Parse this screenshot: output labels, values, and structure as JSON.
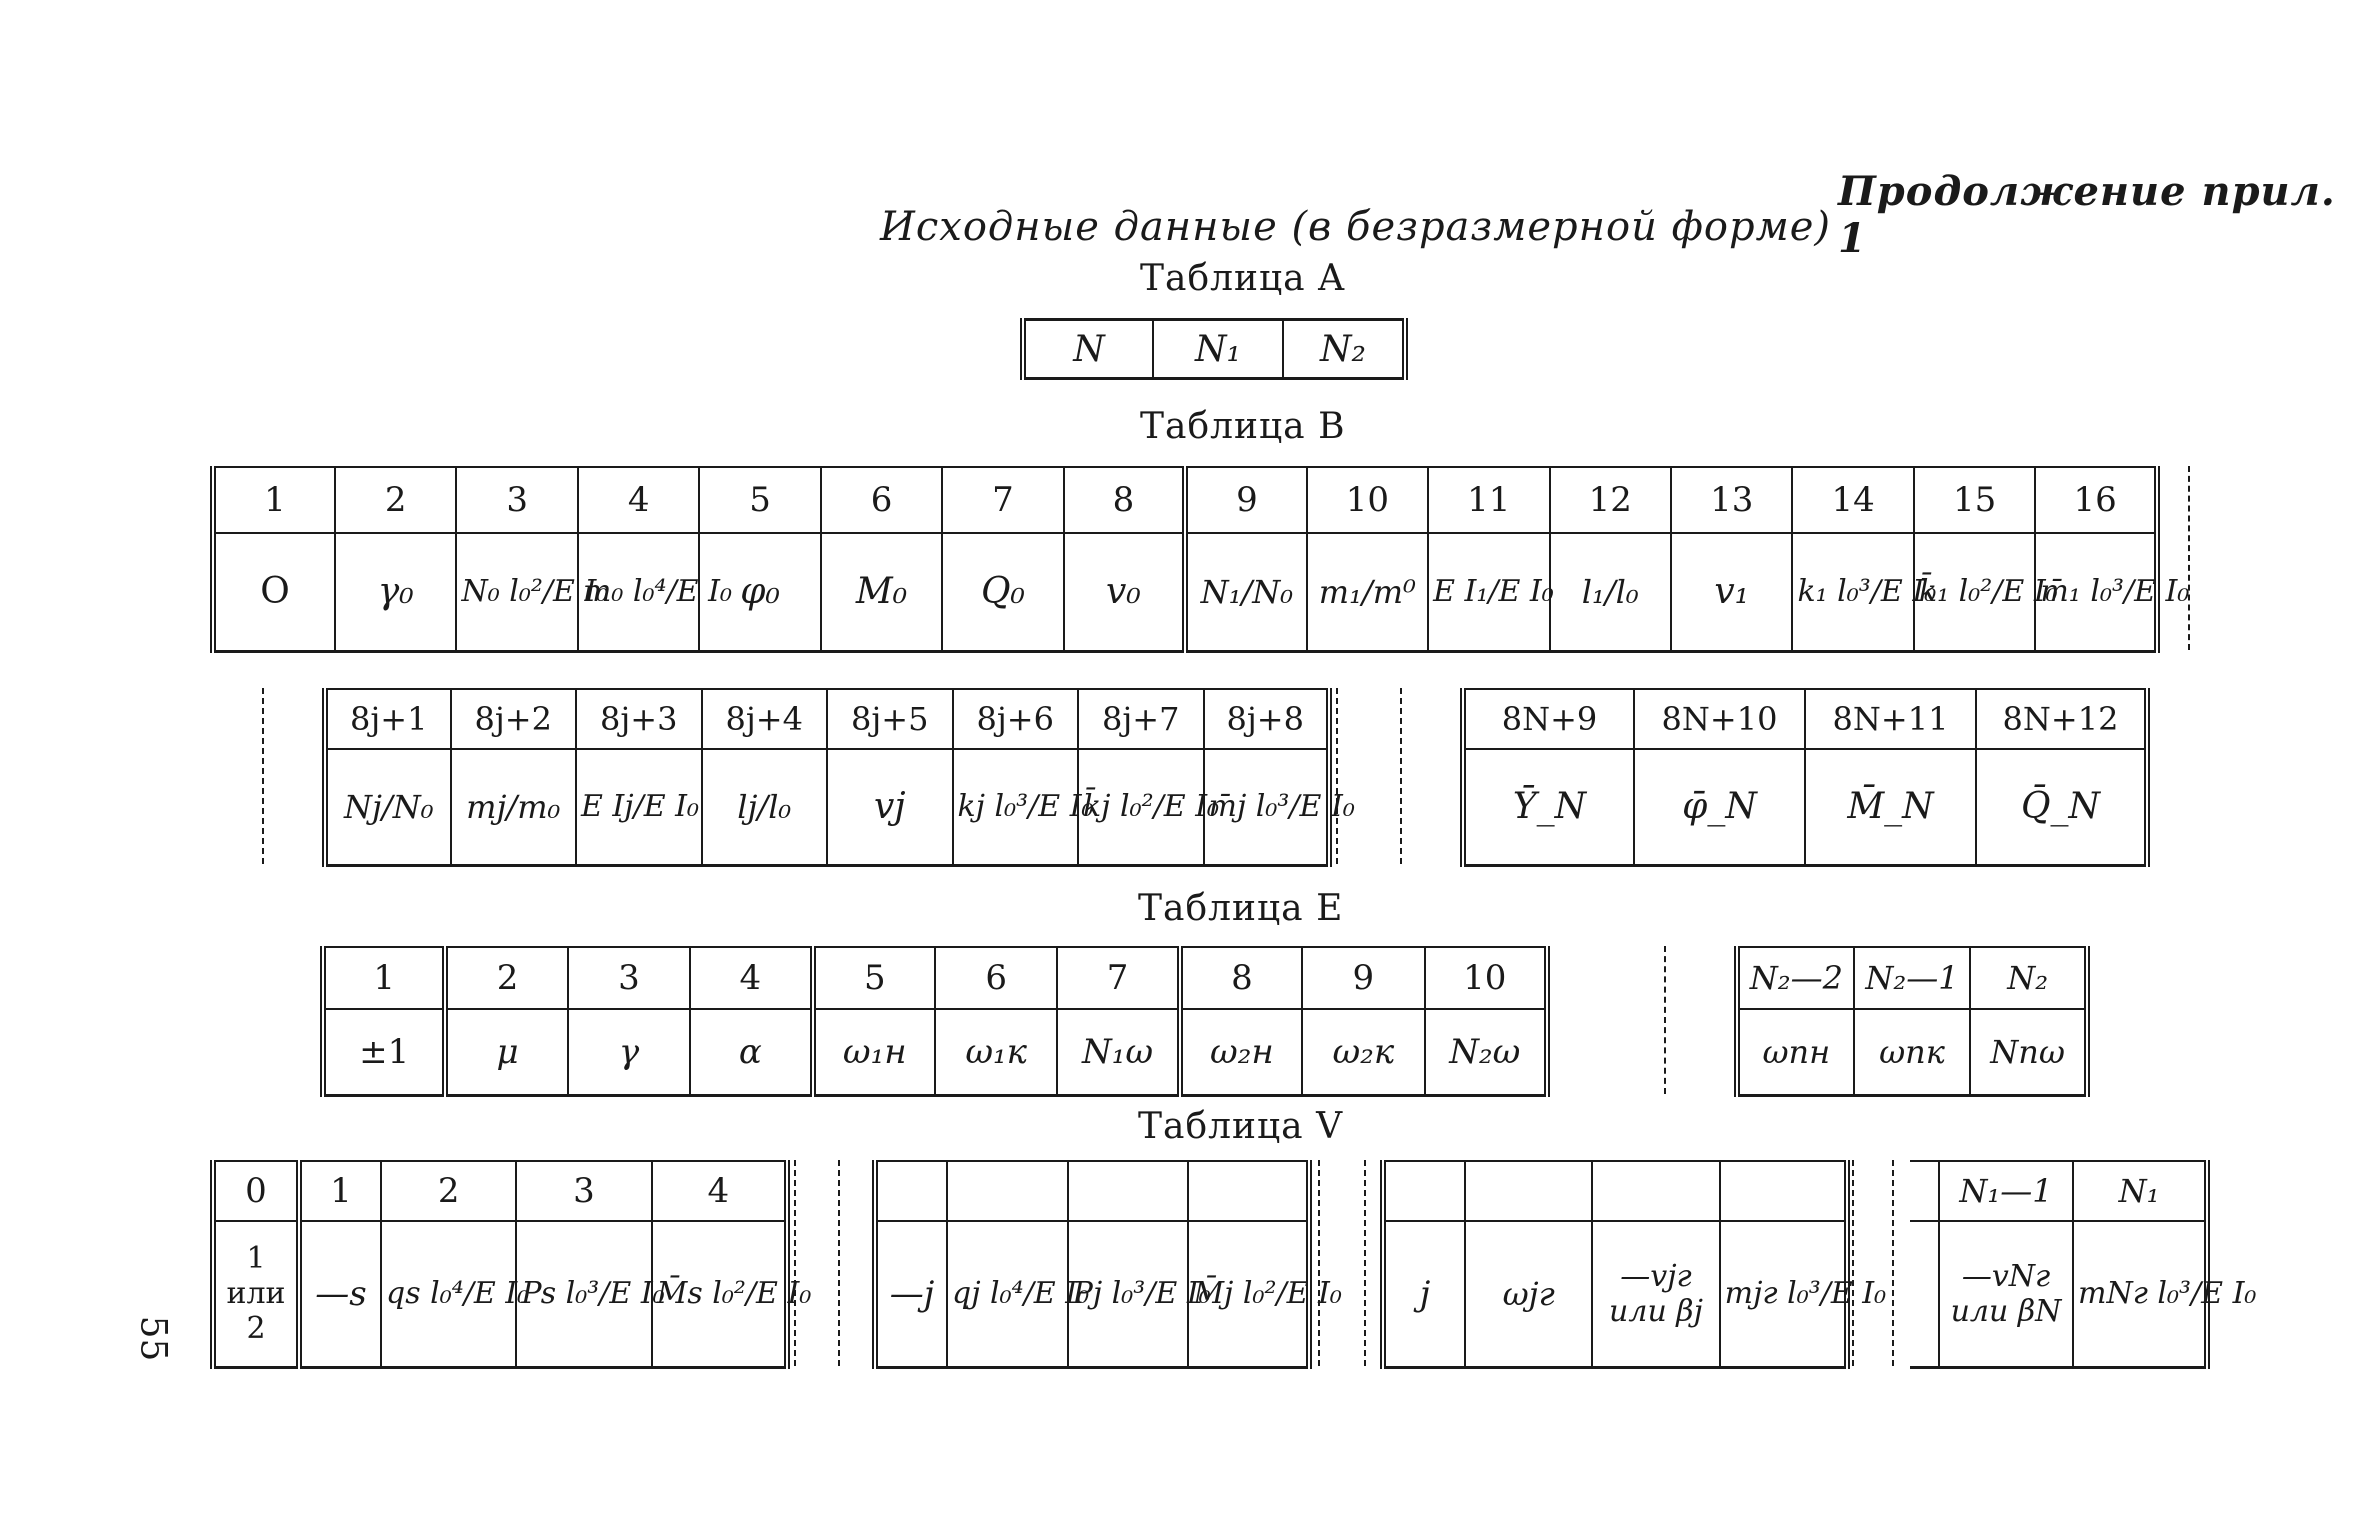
{
  "header": {
    "continuation": "Продолжение прил. 1",
    "title": "Исходные данные (в безразмерной форме)"
  },
  "page_number": "55",
  "tables": {
    "A": {
      "label": "Таблица A",
      "cells": [
        "N",
        "N₁",
        "N₂"
      ]
    },
    "B": {
      "label": "Таблица B",
      "row1": {
        "top": [
          "1",
          "2",
          "3",
          "4",
          "5",
          "6",
          "7",
          "8",
          "9",
          "10",
          "11",
          "12",
          "13",
          "14",
          "15",
          "16"
        ],
        "bottom": [
          "O",
          "γ₀",
          "N₀ l₀²/E I₀",
          "m₀ l₀⁴/E I₀",
          "φ₀",
          "M₀",
          "Q₀",
          "v₀",
          "N₁/N₀",
          "m₁/m⁰",
          "E I₁/E I₀",
          "l₁/l₀",
          "v₁",
          "k₁ l₀³/E I₀",
          "k̄₁ l₀²/E I₀",
          "m̄₁ l₀³/E I₀"
        ]
      },
      "row2": {
        "top": [
          "8j+1",
          "8j+2",
          "8j+3",
          "8j+4",
          "8j+5",
          "8j+6",
          "8j+7",
          "8j+8"
        ],
        "bottom": [
          "Nj/N₀",
          "mj/m₀",
          "E Ij/E I₀",
          "lj/l₀",
          "vj",
          "kj l₀³/E I₀",
          "k̄j l₀²/E I₀",
          "m̄j l₀³/E I₀"
        ]
      },
      "row3": {
        "top": [
          "8N+9",
          "8N+10",
          "8N+11",
          "8N+12"
        ],
        "bottom": [
          "Ȳ_N",
          "φ̄_N",
          "M̄_N",
          "Q̄_N"
        ]
      }
    },
    "E": {
      "label": "Таблица E",
      "left": {
        "top": [
          "1",
          "2",
          "3",
          "4",
          "5",
          "6",
          "7",
          "8",
          "9",
          "10"
        ],
        "bottom": [
          "±1",
          "μ",
          "γ",
          "α",
          "ω₁н",
          "ω₁к",
          "N₁ω",
          "ω₂н",
          "ω₂к",
          "N₂ω"
        ]
      },
      "right": {
        "top": [
          "N₂—2",
          "N₂—1",
          "N₂"
        ],
        "bottom": [
          "ωпн",
          "ωпк",
          "Nпω"
        ]
      }
    },
    "V": {
      "label": "Таблица V",
      "block1": {
        "top": [
          "0",
          "1",
          "2",
          "3",
          "4"
        ],
        "bottom": [
          "1 или 2",
          "—s",
          "qs l₀⁴/E I₀",
          "Ps l₀³/E I₀",
          "M̄s l₀²/E I₀"
        ]
      },
      "block2": {
        "top": [
          "",
          "",
          "",
          ""
        ],
        "bottom": [
          "—j",
          "qj l₀⁴/E I₀",
          "Pj l₀³/E I₀",
          "M̄j l₀²/E I₀"
        ]
      },
      "block3": {
        "top": [
          "",
          "",
          "",
          ""
        ],
        "bottom": [
          "j",
          "ωjг",
          "—vjг или βj",
          "mjг l₀³/E I₀"
        ]
      },
      "block4": {
        "top": [
          "",
          "N₁—1",
          "N₁"
        ],
        "bottom": [
          "",
          "—vNг или βN",
          "mNг l₀³/E I₀"
        ]
      }
    }
  }
}
